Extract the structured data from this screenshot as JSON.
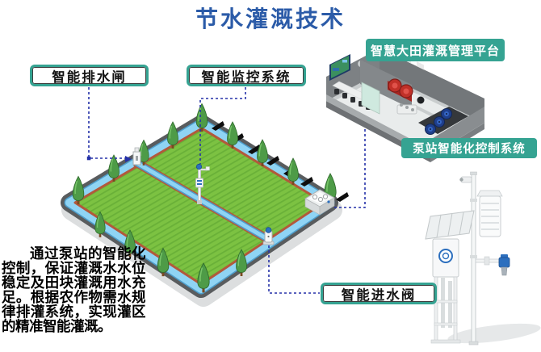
{
  "title": {
    "text": "节水灌溉技术"
  },
  "callouts": {
    "drain_gate": "智能排水闸",
    "monitoring": "智能监控系统",
    "platform": "智慧大田灌溉管理平台",
    "pump_control": "泵站智能化控制系统",
    "inlet_valve": "智能进水阀"
  },
  "description": "通过泵站的智能化控制，保证灌溉水水位稳定及田块灌溉用水充足。根据农作物需水规律排灌系统，实现灌区的精准智能灌溉。",
  "icons": [
    "tree-icon",
    "bird-flag-icon",
    "camera-icon",
    "solar-panel-icon",
    "valve-icon",
    "pump-icon",
    "barrel-icon",
    "screen-icon",
    "arrow-icon"
  ],
  "colors": {
    "title_blue": "#2B5BA8",
    "accent_teal": "#35A392",
    "connector_navy": "#2531A8",
    "field_green": "#7CC242",
    "field_stripe": "#69B038",
    "water_blue": "#8FD4F4",
    "water_edge": "#4E9ECB",
    "soil_red": "#B2593B",
    "road_gray": "#595C5E",
    "shadow_gray": "#DCDEDF",
    "tree_green": "#4E9B47",
    "pump_red": "#C03028",
    "barrel_blue": "#1F3F8C",
    "device_blue": "#2C6FBE",
    "text_black": "#111111"
  }
}
